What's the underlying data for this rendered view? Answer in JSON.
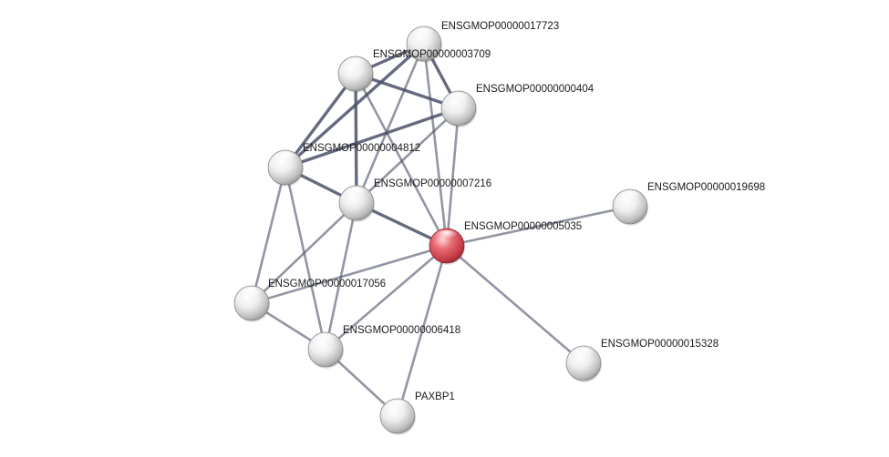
{
  "network": {
    "focus_node": "ENSGMOP00000005035",
    "colors": {
      "focus_node": "#e0545c",
      "other_node": "#e6e6e6",
      "edge": "#4a5068"
    },
    "nodes": [
      {
        "id": "n17723",
        "label": "ENSGMOP00000017723"
      },
      {
        "id": "n3709",
        "label": "ENSGMOP00000003709"
      },
      {
        "id": "n404",
        "label": "ENSGMOP00000000404"
      },
      {
        "id": "n4812",
        "label": "ENSGMOP00000004812"
      },
      {
        "id": "n7216",
        "label": "ENSGMOP00000007216"
      },
      {
        "id": "n19698",
        "label": "ENSGMOP00000019698"
      },
      {
        "id": "n5035",
        "label": "ENSGMOP00000005035"
      },
      {
        "id": "n17056",
        "label": "ENSGMOP00000017056"
      },
      {
        "id": "n6418",
        "label": "ENSGMOP00000006418"
      },
      {
        "id": "n15328",
        "label": "ENSGMOP00000015328"
      },
      {
        "id": "npaxbp1",
        "label": "PAXBP1"
      }
    ],
    "edges": [
      {
        "source": "n3709",
        "target": "n17723"
      },
      {
        "source": "n3709",
        "target": "n404"
      },
      {
        "source": "n3709",
        "target": "n4812"
      },
      {
        "source": "n3709",
        "target": "n7216"
      },
      {
        "source": "n3709",
        "target": "n5035"
      },
      {
        "source": "n17723",
        "target": "n404"
      },
      {
        "source": "n17723",
        "target": "n4812"
      },
      {
        "source": "n17723",
        "target": "n7216"
      },
      {
        "source": "n17723",
        "target": "n5035"
      },
      {
        "source": "n404",
        "target": "n4812"
      },
      {
        "source": "n404",
        "target": "n7216"
      },
      {
        "source": "n404",
        "target": "n5035"
      },
      {
        "source": "n4812",
        "target": "n7216"
      },
      {
        "source": "n4812",
        "target": "n17056"
      },
      {
        "source": "n4812",
        "target": "n6418"
      },
      {
        "source": "n7216",
        "target": "n5035"
      },
      {
        "source": "n7216",
        "target": "n17056"
      },
      {
        "source": "n7216",
        "target": "n6418"
      },
      {
        "source": "n5035",
        "target": "n19698"
      },
      {
        "source": "n5035",
        "target": "n17056"
      },
      {
        "source": "n5035",
        "target": "n6418"
      },
      {
        "source": "n5035",
        "target": "n15328"
      },
      {
        "source": "n5035",
        "target": "npaxbp1"
      },
      {
        "source": "n17056",
        "target": "n6418"
      },
      {
        "source": "n6418",
        "target": "npaxbp1"
      }
    ]
  }
}
